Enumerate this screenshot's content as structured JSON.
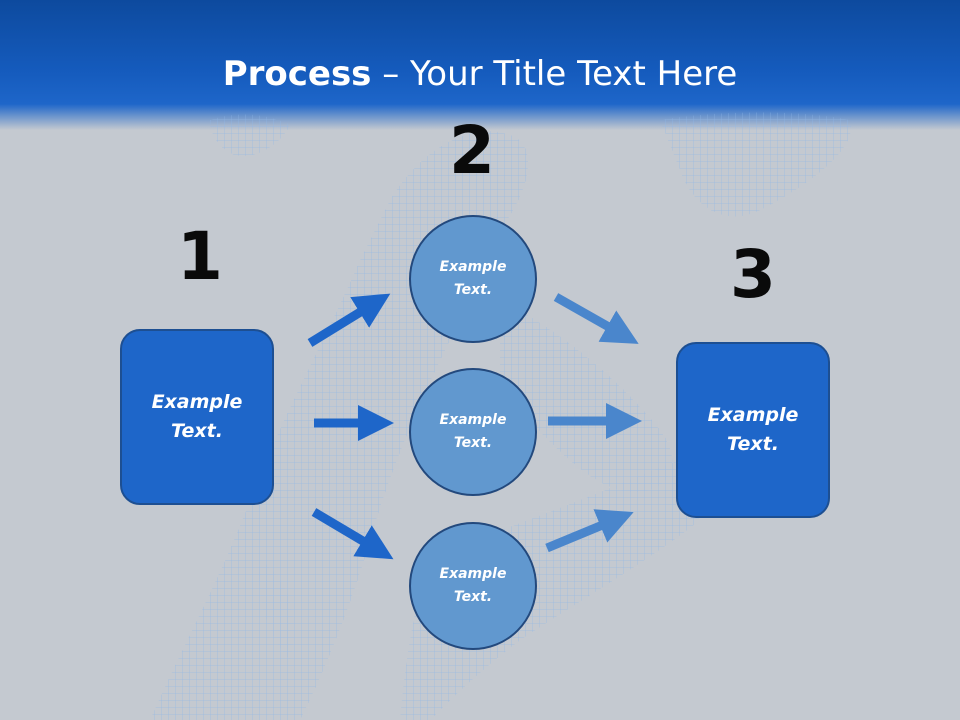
{
  "header": {
    "title_bold": "Process",
    "title_rest": " – Your Title Text Here"
  },
  "steps": {
    "one": {
      "number": "1",
      "text": "Example\nText."
    },
    "two": {
      "number": "2",
      "circles": [
        {
          "text": "Example\nText."
        },
        {
          "text": "Example\nText."
        },
        {
          "text": "Example\nText."
        }
      ]
    },
    "three": {
      "number": "3",
      "text": "Example\nText."
    }
  },
  "colors": {
    "header_blue": "#155bbd",
    "box_blue": "#1e66c9",
    "circle_blue": "#6198cf",
    "arrow_dark": "#1e66c9",
    "arrow_light": "#4a86cc"
  },
  "icons": {
    "background": "wireframe-runner-illustration"
  }
}
